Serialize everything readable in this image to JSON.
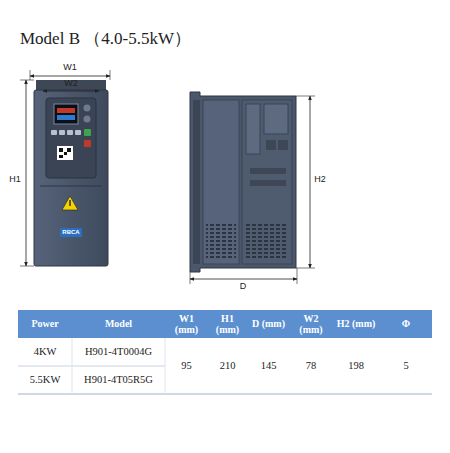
{
  "diagram": {
    "title": "Model B （4.0-5.5kW）",
    "labels": [
      "W1",
      "W2",
      "H1",
      "H2",
      "D",
      "RBCA",
      "Power",
      "Model",
      "W1 (mm)",
      "H1 (mm)",
      "D (mm)",
      "W2 (mm)",
      "H2 (mm)",
      "Φ",
      "4KW",
      "H901-4T0004G",
      "95",
      "210",
      "145",
      "78",
      "198",
      "5",
      "5.5KW",
      "H901-4T05R5G"
    ]
  }
}
